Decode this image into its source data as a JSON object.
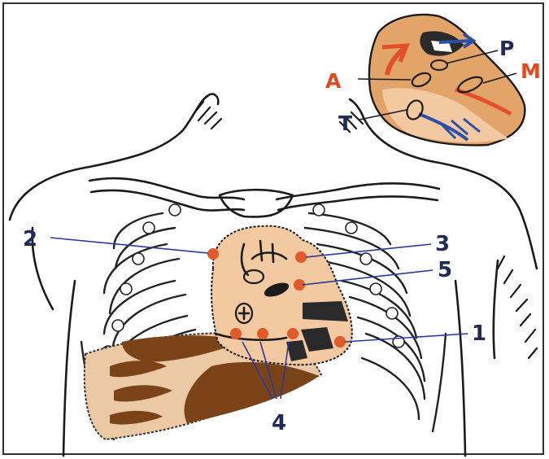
{
  "labels": {
    "num_1": "1",
    "num_2": "2",
    "num_3": "3",
    "num_4": "4",
    "num_5": "5",
    "valve_a": "A",
    "valve_p": "P",
    "valve_m": "M",
    "valve_t": "T"
  },
  "colors": {
    "heart_fill": "#f2c9a0",
    "heart_fill_dark": "#e3a46a",
    "auscultation_point": "#e05a2a",
    "liver_brown": "#7a4418",
    "liver_dots": "#e8b888",
    "arrow_red": "#e2502a",
    "arrow_blue": "#2c4fa8",
    "leader_line_blue": "#2a3a9a",
    "label_red": "#e04a1e",
    "label_dark": "#1f2a55"
  }
}
